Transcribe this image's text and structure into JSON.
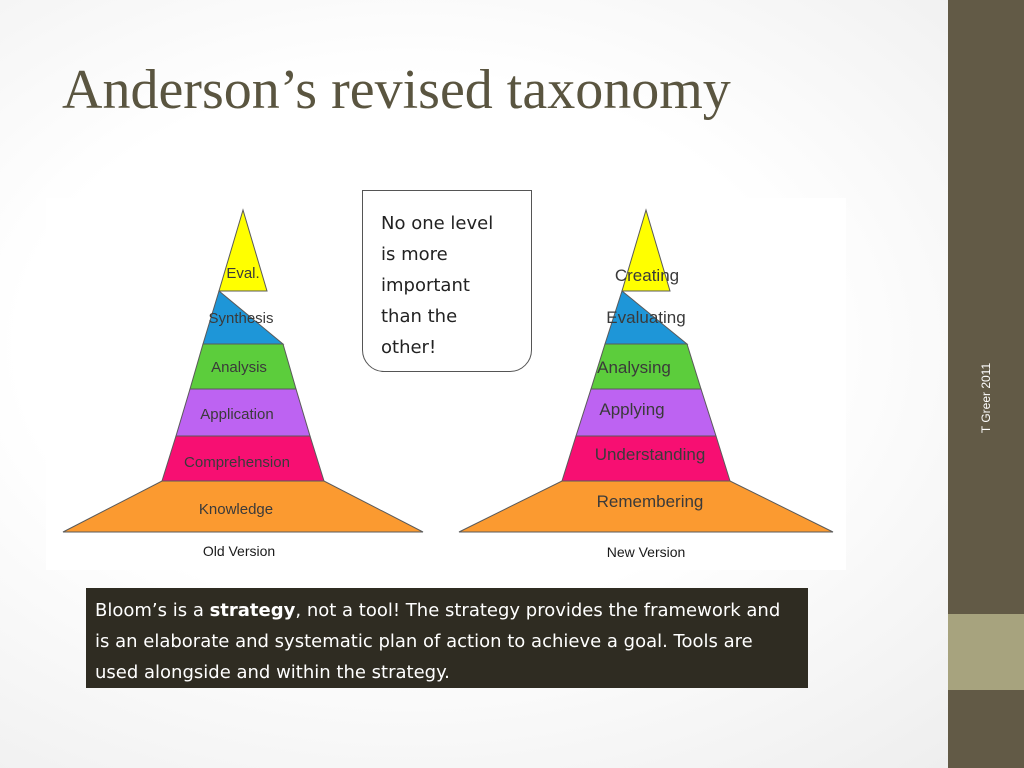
{
  "slide": {
    "title": "Anderson’s revised taxonomy",
    "credit": "T Greer 2011"
  },
  "diagram": {
    "old_pyramid": {
      "caption": "Old Version",
      "levels": [
        {
          "label": "Eval.",
          "color": "#ffff00"
        },
        {
          "label": "Synthesis",
          "color": "#1e96d8"
        },
        {
          "label": "Analysis",
          "color": "#5ccd3c"
        },
        {
          "label": "Application",
          "color": "#bd63f2"
        },
        {
          "label": "Comprehension",
          "color": "#f70f72"
        },
        {
          "label": "Knowledge",
          "color": "#fb9a30"
        }
      ]
    },
    "new_pyramid": {
      "caption": "New Version",
      "levels": [
        {
          "label": "Creating",
          "color": "#ffff00"
        },
        {
          "label": "Evaluating",
          "color": "#1e96d8"
        },
        {
          "label": "Analysing",
          "color": "#5ccd3c"
        },
        {
          "label": "Applying",
          "color": "#bd63f2"
        },
        {
          "label": "Understanding",
          "color": "#f70f72"
        },
        {
          "label": "Remembering",
          "color": "#fb9a30"
        }
      ]
    }
  },
  "callout": {
    "lines": [
      "No one level",
      "is more",
      "important",
      "than the",
      "other!"
    ]
  },
  "info_box": {
    "text_before": "Bloom’s is a ",
    "bold": "strategy",
    "text_after": ", not a tool! The strategy provides the framework and is an elaborate and systematic plan of action to achieve a goal. Tools are used alongside and within the strategy."
  }
}
